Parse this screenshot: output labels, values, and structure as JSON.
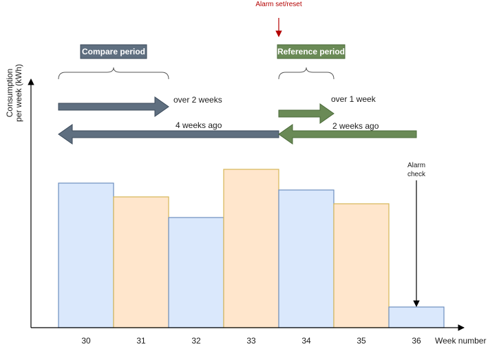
{
  "alarm_set": {
    "label": "Alarm set/reset",
    "color": "#b30000"
  },
  "compare_period": {
    "label": "Compare period",
    "color": "#5f6f80"
  },
  "reference_period": {
    "label": "Reference period",
    "color": "#6a8a56"
  },
  "arrows": {
    "over_2_weeks": "over 2 weeks",
    "weeks_4_ago": "4 weeks ago",
    "over_1_week": "over 1 week",
    "weeks_2_ago": "2 weeks ago",
    "blue_color": "#5f6f80",
    "green_color": "#6a8a56"
  },
  "alarm_check": {
    "line1": "Alarm",
    "line2": "check"
  },
  "axes": {
    "ylabel_line1": "Consumption",
    "ylabel_line2": "per week (kWh)",
    "xlabel": "Week number"
  },
  "bars": [
    {
      "week": "30",
      "value": 210,
      "style": "blue"
    },
    {
      "week": "31",
      "value": 190,
      "style": "orange"
    },
    {
      "week": "32",
      "value": 160,
      "style": "blue"
    },
    {
      "week": "33",
      "value": 230,
      "style": "orange"
    },
    {
      "week": "34",
      "value": 200,
      "style": "blue"
    },
    {
      "week": "35",
      "value": 180,
      "style": "orange"
    },
    {
      "week": "36",
      "value": 30,
      "style": "blue"
    }
  ],
  "bar_colors": {
    "blue_fill": "#dae8fc",
    "blue_stroke": "#6c8ebf",
    "orange_fill": "#ffe6cc",
    "orange_stroke": "#d6b656"
  }
}
